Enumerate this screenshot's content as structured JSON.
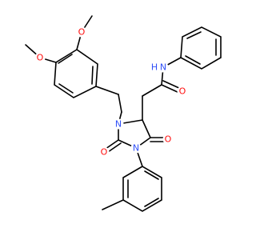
{
  "molecule": {
    "colors": {
      "bond": "#000000",
      "oxygen": "#ff0d0d",
      "nitrogen": "#3050f8",
      "background": "#ffffff"
    },
    "atoms": [
      {
        "name": "methoxy-oxygen-top",
        "label": "O",
        "element": "oxygen"
      },
      {
        "name": "methoxy-oxygen-left",
        "label": "O",
        "element": "oxygen"
      },
      {
        "name": "amide-nitrogen",
        "label": "N",
        "element": "nitrogen"
      },
      {
        "name": "amide-hydrogen",
        "label": "H",
        "element": "nitrogen"
      },
      {
        "name": "amide-carbonyl-oxygen",
        "label": "O",
        "element": "oxygen"
      },
      {
        "name": "ring-nitrogen-3",
        "label": "N",
        "element": "nitrogen"
      },
      {
        "name": "ring-carbonyl-oxygen-right",
        "label": "O",
        "element": "oxygen"
      },
      {
        "name": "ring-carbonyl-oxygen-left",
        "label": "O",
        "element": "oxygen"
      },
      {
        "name": "ring-nitrogen-1",
        "label": "N",
        "element": "nitrogen"
      }
    ]
  }
}
